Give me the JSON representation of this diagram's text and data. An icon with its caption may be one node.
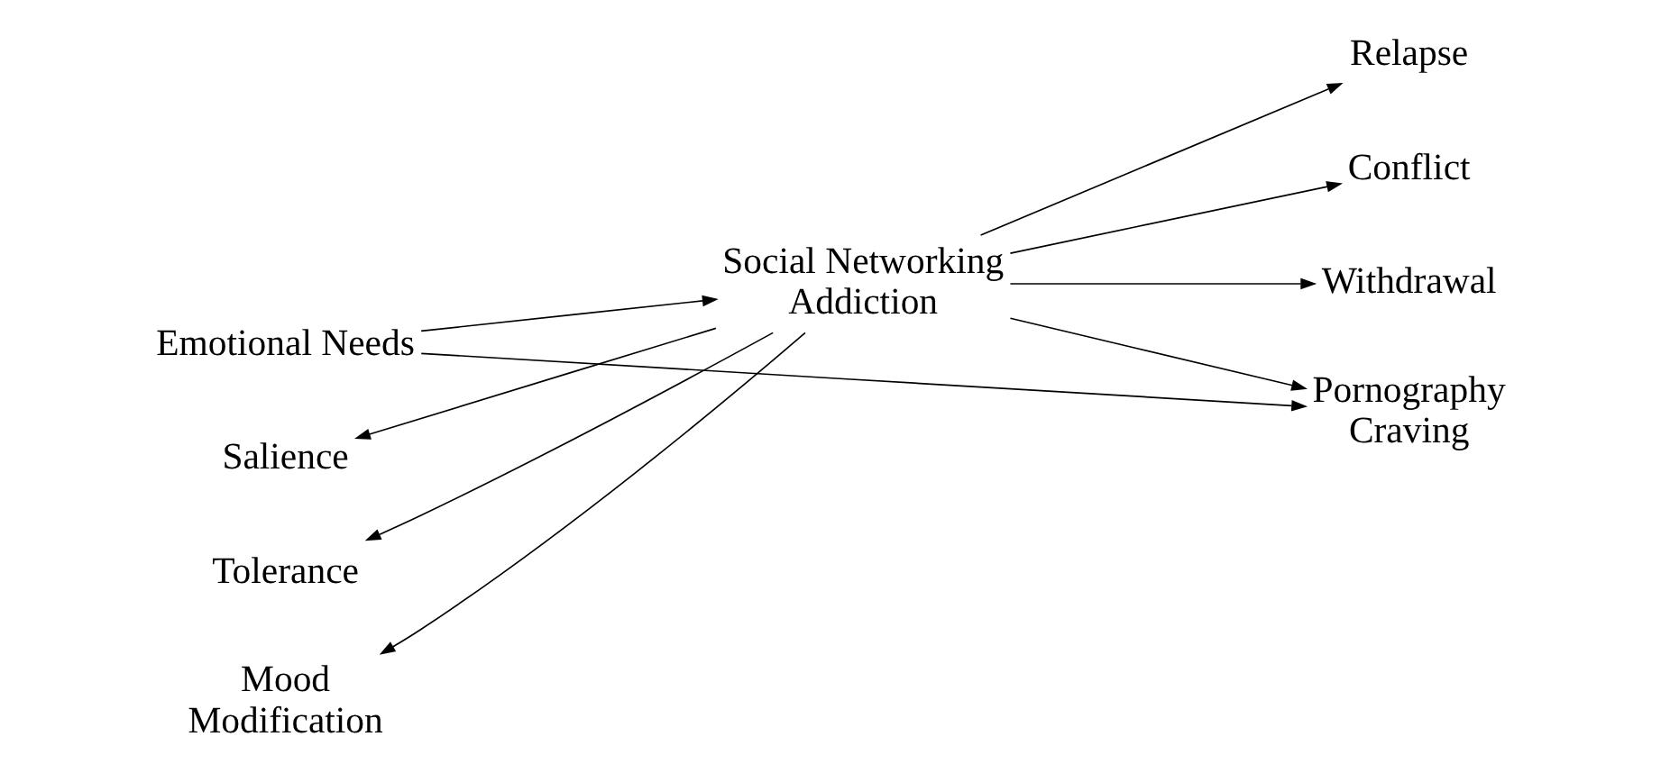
{
  "diagram": {
    "nodes": [
      {
        "text": [
          "Social Networking Addiction"
        ]
      },
      {
        "text": [
          "Salience"
        ]
      },
      {
        "text": [
          "Tolerance"
        ]
      },
      {
        "text": [
          "Mood Modification"
        ]
      },
      {
        "text": [
          "Relapse"
        ]
      },
      {
        "text": [
          "Conflict"
        ]
      },
      {
        "text": [
          "Withdrawal"
        ]
      },
      {
        "text": [
          "Emotional Needs"
        ]
      },
      {
        "text": [
          "Pornography Craving"
        ]
      }
    ],
    "edges": [
      {
        "from": 0,
        "to": 1,
        "arrow": "to"
      },
      {
        "from": 0,
        "to": 2,
        "arrow": "to"
      },
      {
        "from": 0,
        "to": 3,
        "arrow": "to"
      },
      {
        "from": 0,
        "to": 4,
        "arrow": "to"
      },
      {
        "from": 0,
        "to": 5,
        "arrow": "to"
      },
      {
        "from": 0,
        "to": 6,
        "arrow": "to"
      },
      {
        "from": 7,
        "to": 0,
        "arrow": "to"
      },
      {
        "from": 0,
        "to": 8,
        "arrow": "to"
      },
      {
        "from": 7,
        "to": 8,
        "arrow": "to"
      }
    ]
  }
}
